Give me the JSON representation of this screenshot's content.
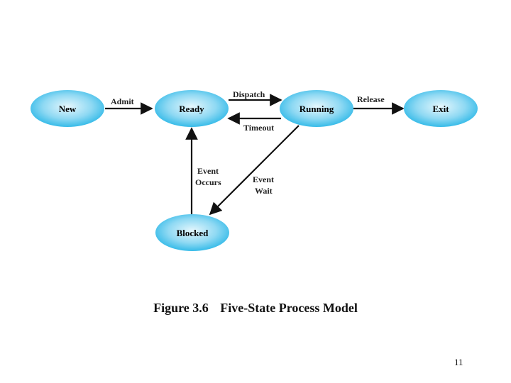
{
  "diagram": {
    "states": [
      {
        "id": "new",
        "label": "New"
      },
      {
        "id": "ready",
        "label": "Ready"
      },
      {
        "id": "running",
        "label": "Running"
      },
      {
        "id": "exit",
        "label": "Exit"
      },
      {
        "id": "blocked",
        "label": "Blocked"
      }
    ],
    "transitions": [
      {
        "from": "new",
        "to": "ready",
        "label": "Admit"
      },
      {
        "from": "ready",
        "to": "running",
        "label": "Dispatch"
      },
      {
        "from": "running",
        "to": "ready",
        "label": "Timeout"
      },
      {
        "from": "running",
        "to": "exit",
        "label": "Release"
      },
      {
        "from": "running",
        "to": "blocked",
        "label_lines": [
          "Event",
          "Wait"
        ]
      },
      {
        "from": "blocked",
        "to": "ready",
        "label_lines": [
          "Event",
          "Occurs"
        ]
      }
    ],
    "colors": {
      "state_fill_center": "#e6f7fd",
      "state_fill_edge": "#22b4e6",
      "edge": "#111111"
    }
  },
  "caption": {
    "figure": "Figure 3.6",
    "title": "Five-State Process Model"
  },
  "page_number": "11"
}
